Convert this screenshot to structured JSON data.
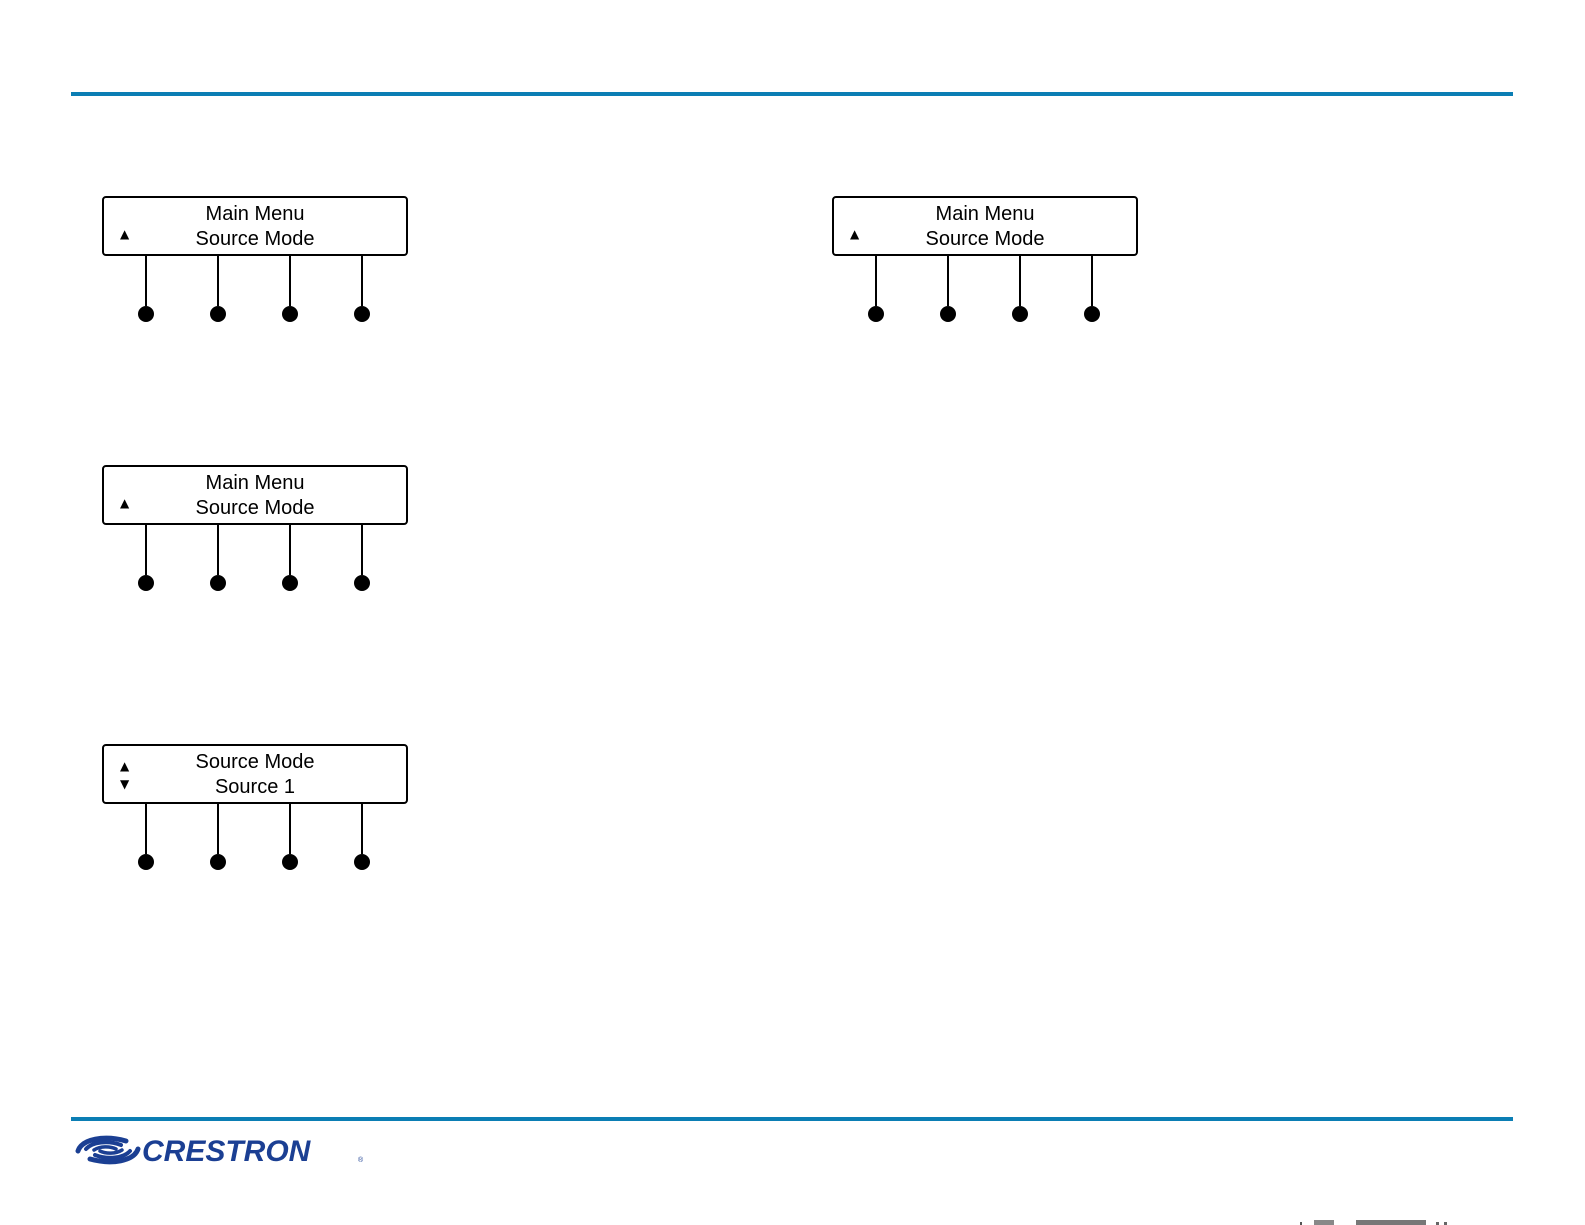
{
  "colors": {
    "rule": "#0b7eb4",
    "logo": "#1b3f93"
  },
  "displays": [
    {
      "line1": "Main Menu",
      "line2": "Source Mode",
      "arrows": [
        "up-arrow-icon"
      ]
    },
    {
      "line1": "Main Menu",
      "line2": "Source Mode",
      "arrows": [
        "up-arrow-icon"
      ]
    },
    {
      "line1": "Main Menu",
      "line2": "Source Mode",
      "arrows": [
        "up-arrow-icon"
      ]
    },
    {
      "line1": "Source Mode",
      "line2": "Source 1",
      "arrows": [
        "up-arrow-icon",
        "down-arrow-icon"
      ]
    }
  ],
  "footer": {
    "logo_text": "CRESTRON"
  }
}
